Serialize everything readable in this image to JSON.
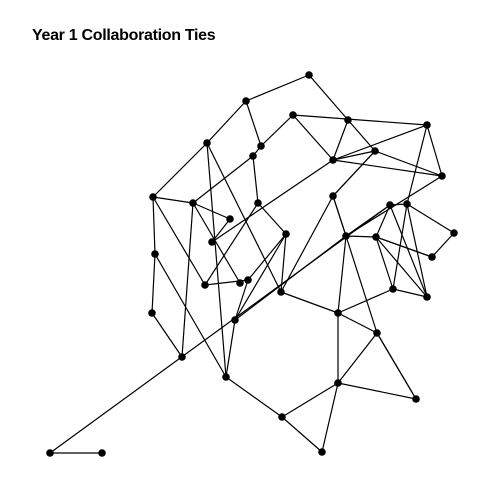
{
  "title": "Year 1 Collaboration Ties",
  "colors": {
    "node": "#000000",
    "edge": "#000000",
    "background": "#ffffff"
  },
  "nodes": [
    {
      "id": "n1"
    },
    {
      "id": "n2"
    },
    {
      "id": "n3"
    },
    {
      "id": "n4"
    },
    {
      "id": "n5"
    },
    {
      "id": "n6"
    },
    {
      "id": "n7"
    },
    {
      "id": "n8"
    },
    {
      "id": "n9"
    },
    {
      "id": "n10"
    },
    {
      "id": "n11"
    },
    {
      "id": "n12"
    },
    {
      "id": "n13"
    },
    {
      "id": "n14"
    },
    {
      "id": "n15"
    },
    {
      "id": "n16"
    },
    {
      "id": "n17"
    },
    {
      "id": "n18"
    },
    {
      "id": "n19"
    },
    {
      "id": "n20"
    },
    {
      "id": "n21"
    },
    {
      "id": "n22"
    },
    {
      "id": "n23"
    },
    {
      "id": "n24"
    },
    {
      "id": "n25"
    },
    {
      "id": "n26"
    },
    {
      "id": "n27"
    },
    {
      "id": "n28"
    },
    {
      "id": "n29"
    },
    {
      "id": "n30"
    },
    {
      "id": "n31"
    },
    {
      "id": "n32"
    },
    {
      "id": "n33"
    },
    {
      "id": "n34"
    },
    {
      "id": "n35"
    },
    {
      "id": "n36"
    },
    {
      "id": "n37"
    },
    {
      "id": "n38"
    },
    {
      "id": "n39"
    },
    {
      "id": "n40"
    },
    {
      "id": "n41"
    },
    {
      "id": "n42"
    },
    {
      "id": "n43"
    }
  ],
  "edges": [
    [
      "n1",
      "n2"
    ],
    [
      "n1",
      "n9"
    ],
    [
      "n2",
      "n3"
    ],
    [
      "n2",
      "n7"
    ],
    [
      "n3",
      "n4"
    ],
    [
      "n3",
      "n18"
    ],
    [
      "n3",
      "n26"
    ],
    [
      "n4",
      "n5"
    ],
    [
      "n4",
      "n11"
    ],
    [
      "n4",
      "n17"
    ],
    [
      "n5",
      "n6"
    ],
    [
      "n5",
      "n18"
    ],
    [
      "n6",
      "n12"
    ],
    [
      "n7",
      "n8"
    ],
    [
      "n7",
      "n10"
    ],
    [
      "n8",
      "n19"
    ],
    [
      "n8",
      "n21"
    ],
    [
      "n9",
      "n19"
    ],
    [
      "n9",
      "n20"
    ],
    [
      "n10",
      "n11"
    ],
    [
      "n10",
      "n16"
    ],
    [
      "n11",
      "n12"
    ],
    [
      "n11",
      "n13"
    ],
    [
      "n11",
      "n15"
    ],
    [
      "n13",
      "n14"
    ],
    [
      "n14",
      "n19"
    ],
    [
      "n16",
      "n17"
    ],
    [
      "n16",
      "n23"
    ],
    [
      "n17",
      "n24"
    ],
    [
      "n18",
      "n25"
    ],
    [
      "n19",
      "n20"
    ],
    [
      "n19",
      "n21"
    ],
    [
      "n19",
      "n22"
    ],
    [
      "n20",
      "n22"
    ],
    [
      "n20",
      "n27"
    ],
    [
      "n21",
      "n22"
    ],
    [
      "n21",
      "n32"
    ],
    [
      "n22",
      "n28"
    ],
    [
      "n23",
      "n24"
    ],
    [
      "n23",
      "n25"
    ],
    [
      "n23",
      "n26"
    ],
    [
      "n24",
      "n25"
    ],
    [
      "n25",
      "n28"
    ],
    [
      "n26",
      "n27"
    ],
    [
      "n27",
      "n28"
    ],
    [
      "n29",
      "n30"
    ],
    [
      "n29",
      "n31"
    ],
    [
      "n31",
      "n32"
    ],
    [
      "n32",
      "n33"
    ],
    [
      "n33",
      "n34"
    ],
    [
      "n34",
      "n35"
    ],
    [
      "n35",
      "n36"
    ],
    [
      "n35",
      "n37"
    ],
    [
      "n36",
      "n37"
    ],
    [
      "n37",
      "n38"
    ],
    [
      "n38",
      "n39"
    ],
    [
      "n39",
      "n40"
    ],
    [
      "n39",
      "n41"
    ],
    [
      "n40",
      "n41"
    ]
  ]
}
